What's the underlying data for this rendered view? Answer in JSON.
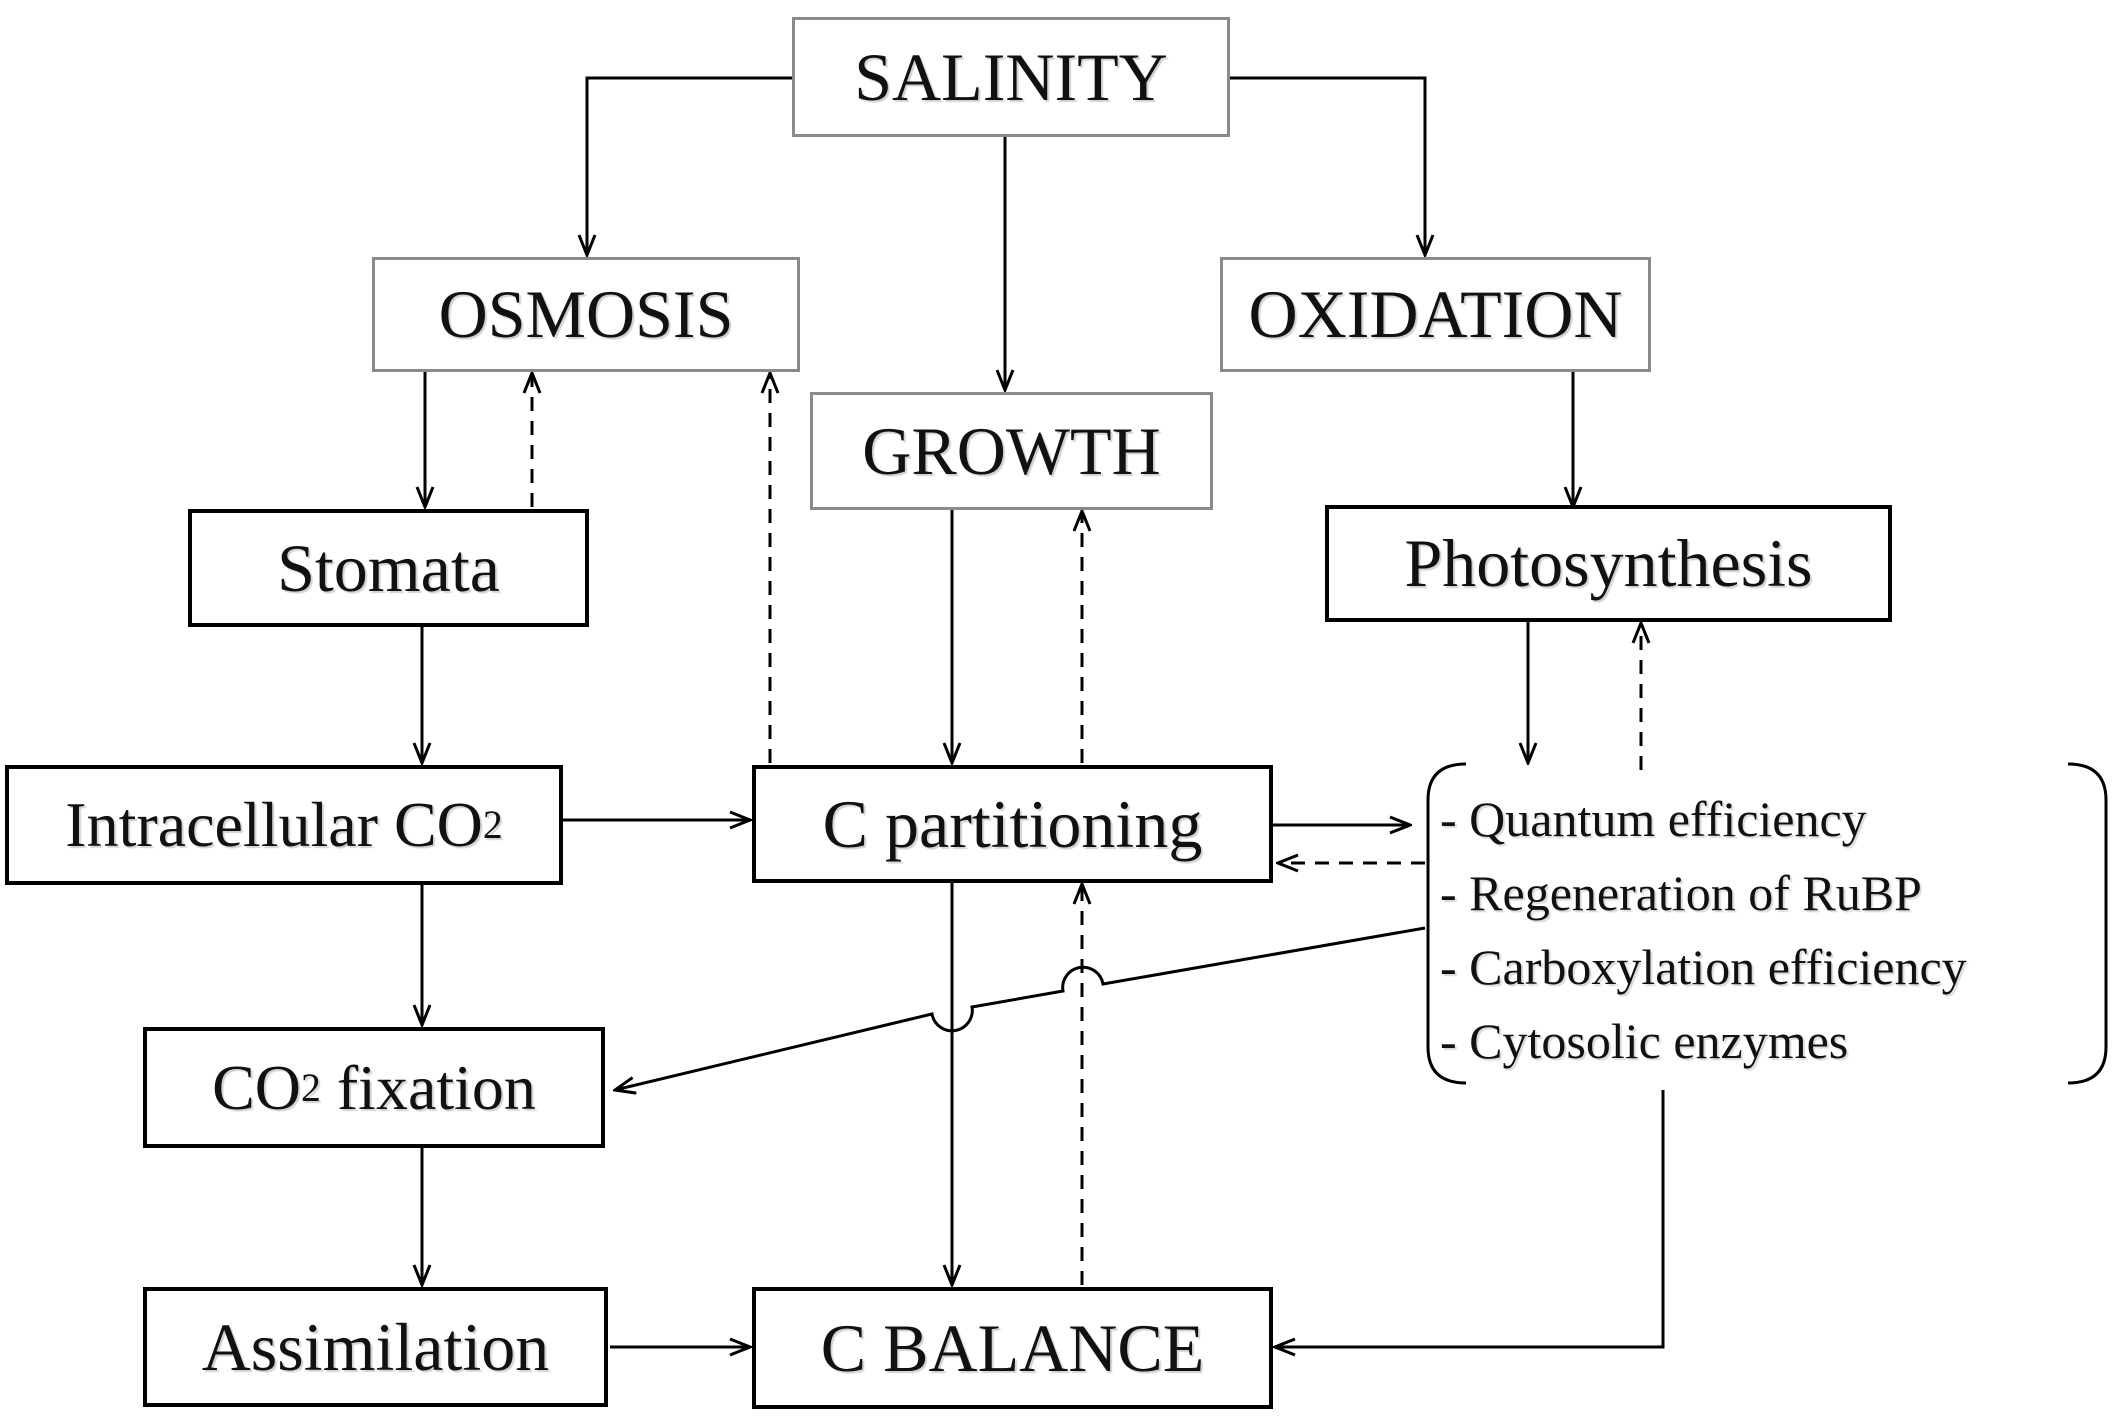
{
  "nodes": {
    "salinity": "SALINITY",
    "osmosis": "OSMOSIS",
    "oxidation": "OXIDATION",
    "growth": "GROWTH",
    "stomata": "Stomata",
    "photosynthesis": "Photosynthesis",
    "intracellular_co2": {
      "prefix": "Intracellular CO",
      "sub": "2",
      "suffix": ""
    },
    "c_partitioning": "C partitioning",
    "co2_fixation": {
      "prefix": "CO",
      "sub": "2",
      "suffix": " fixation"
    },
    "assimilation": "Assimilation",
    "c_balance": "C BALANCE"
  },
  "factors": [
    "- Quantum efficiency",
    "- Regeneration of RuBP",
    "- Carboxylation efficiency",
    "- Cytosolic enzymes"
  ],
  "edges": [
    {
      "from": "SALINITY",
      "to": "OSMOSIS",
      "style": "solid"
    },
    {
      "from": "SALINITY",
      "to": "GROWTH",
      "style": "solid"
    },
    {
      "from": "SALINITY",
      "to": "OXIDATION",
      "style": "solid"
    },
    {
      "from": "OSMOSIS",
      "to": "Stomata",
      "style": "solid"
    },
    {
      "from": "Stomata",
      "to": "OSMOSIS",
      "style": "dashed"
    },
    {
      "from": "OXIDATION",
      "to": "Photosynthesis",
      "style": "solid"
    },
    {
      "from": "GROWTH",
      "to": "C partitioning",
      "style": "solid"
    },
    {
      "from": "C partitioning",
      "to": "GROWTH",
      "style": "dashed"
    },
    {
      "from": "C partitioning",
      "to": "OSMOSIS",
      "style": "dashed"
    },
    {
      "from": "Stomata",
      "to": "Intracellular CO2",
      "style": "solid"
    },
    {
      "from": "Intracellular CO2",
      "to": "C partitioning",
      "style": "solid"
    },
    {
      "from": "Intracellular CO2",
      "to": "CO2 fixation",
      "style": "solid"
    },
    {
      "from": "C partitioning",
      "to": "factors",
      "style": "solid"
    },
    {
      "from": "factors",
      "to": "C partitioning",
      "style": "dashed"
    },
    {
      "from": "Photosynthesis",
      "to": "factors",
      "style": "solid"
    },
    {
      "from": "factors",
      "to": "Photosynthesis",
      "style": "dashed"
    },
    {
      "from": "factors",
      "to": "CO2 fixation",
      "style": "solid"
    },
    {
      "from": "factors",
      "to": "C BALANCE",
      "style": "solid"
    },
    {
      "from": "CO2 fixation",
      "to": "Assimilation",
      "style": "solid"
    },
    {
      "from": "Assimilation",
      "to": "C BALANCE",
      "style": "solid"
    },
    {
      "from": "C partitioning",
      "to": "C BALANCE",
      "style": "solid"
    },
    {
      "from": "C BALANCE",
      "to": "C partitioning",
      "style": "dashed"
    }
  ]
}
